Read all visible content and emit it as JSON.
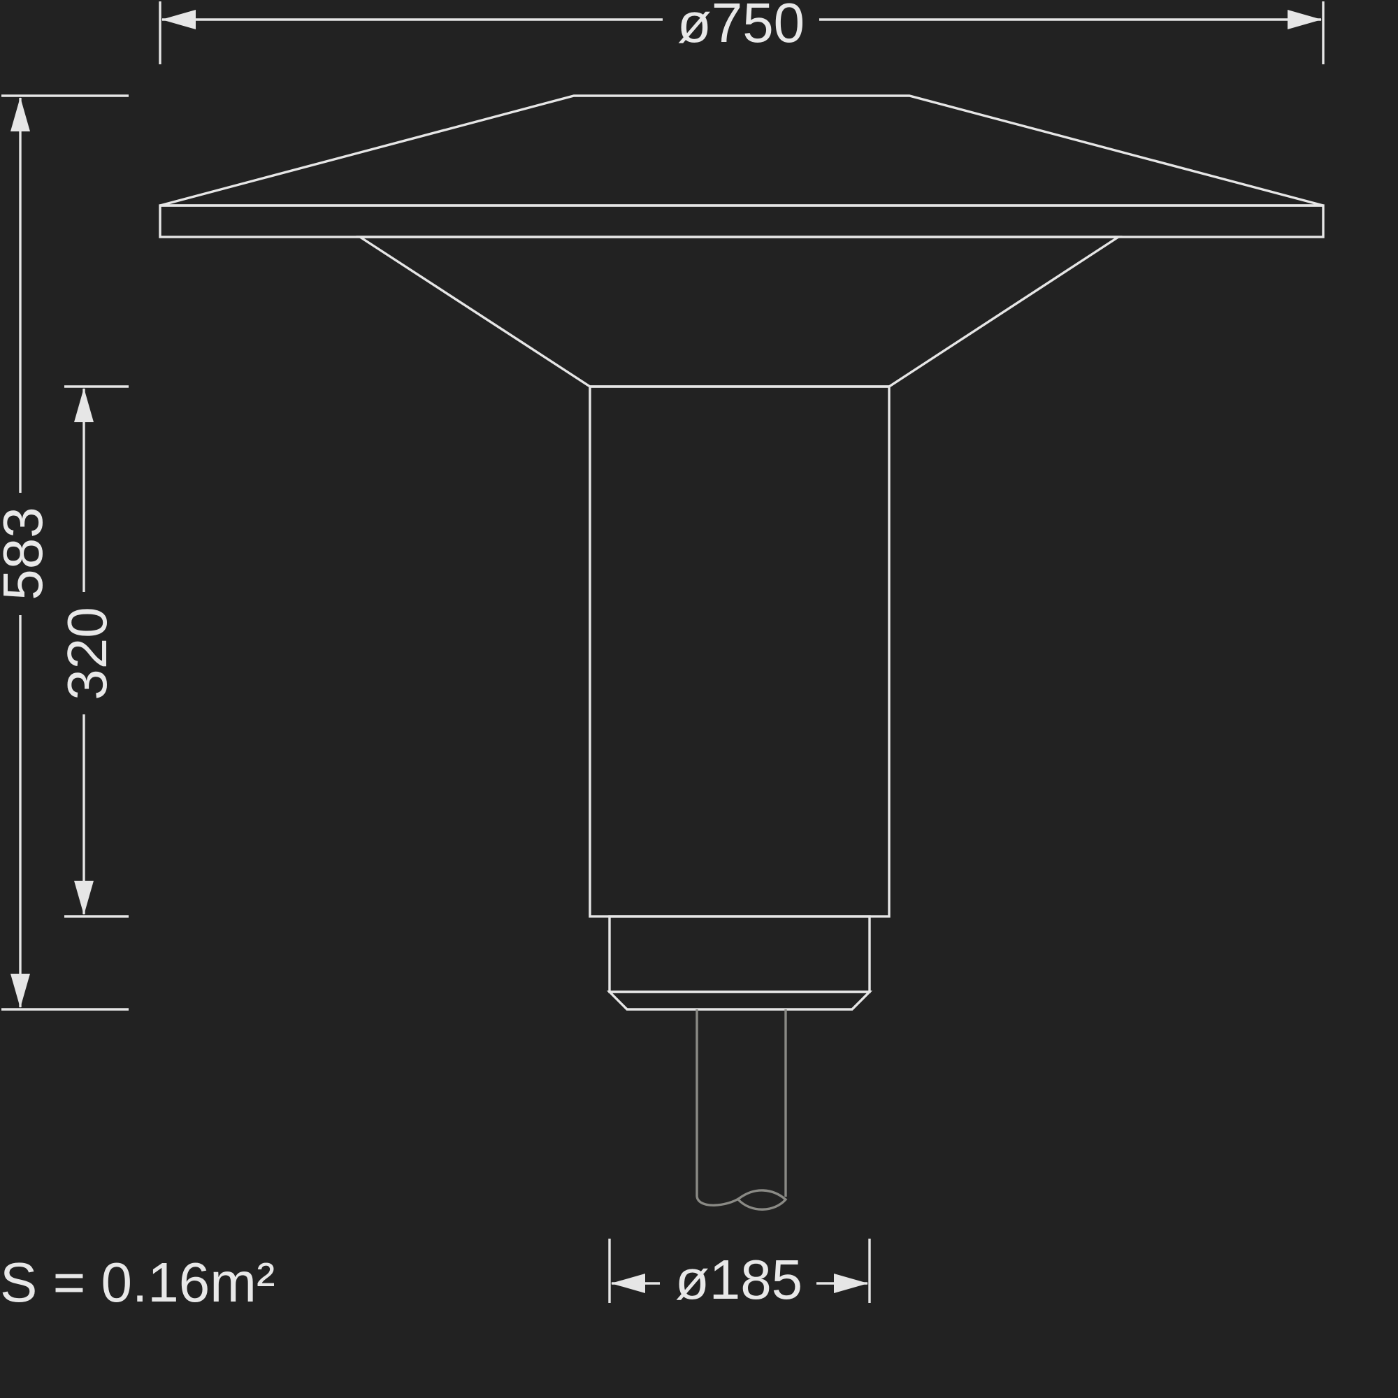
{
  "dimensions": {
    "top_diameter": "ø750",
    "total_height": "583",
    "body_height": "320",
    "base_diameter": "ø185"
  },
  "surface_area": "S = 0.16m²",
  "colors": {
    "background": "#222222",
    "line": "#e6e6e6",
    "pipe": "#8a8a85"
  }
}
